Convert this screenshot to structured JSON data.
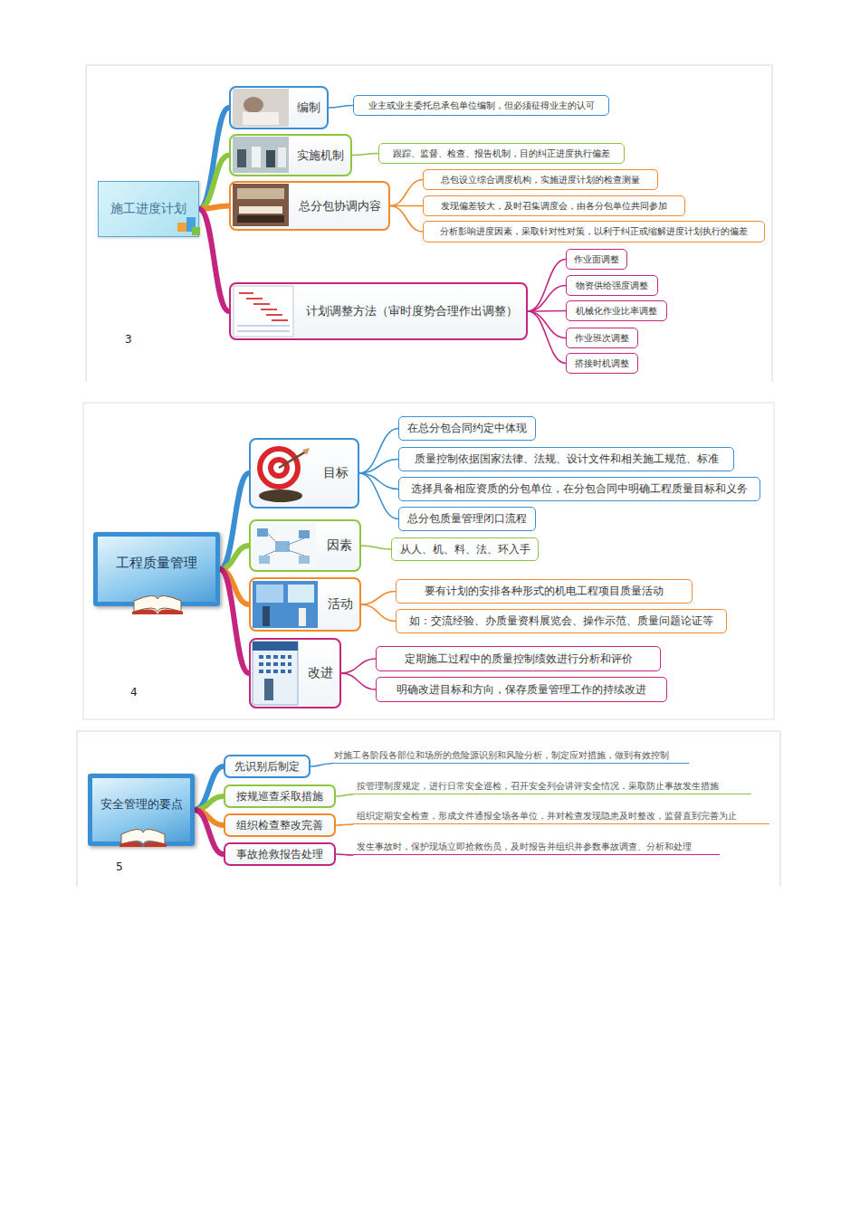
{
  "diagram": {
    "nodes": [
      {
        "text": [
          "施工进度计划"
        ]
      },
      {
        "text": [
          "编制"
        ]
      },
      {
        "text": [
          "业主或业主委托总承包单位编制，但必须征得业主的认可"
        ]
      },
      {
        "text": [
          "实施机制"
        ]
      },
      {
        "text": [
          "跟踪、监督、检查、报告机制，目的纠正进度执行偏差"
        ]
      },
      {
        "text": [
          "总分包协调内容"
        ]
      },
      {
        "text": [
          "总包设立综合调度机构，实施进度计划的检查测量"
        ]
      },
      {
        "text": [
          "发现偏差较大，及时召集调度会，由各分包单位共同参加"
        ]
      },
      {
        "text": [
          "分析影响进度因素，采取针对性对策，以利于纠正或缩解进度计划执行的偏差"
        ]
      },
      {
        "text": [
          "计划调整方法（审时度势合理作出调整）"
        ]
      },
      {
        "text": [
          "作业面调整"
        ]
      },
      {
        "text": [
          "物资供给强度调整"
        ]
      },
      {
        "text": [
          "机械化作业比率调整"
        ]
      },
      {
        "text": [
          "作业班次调整"
        ]
      },
      {
        "text": [
          "搭接时机调整"
        ]
      },
      {
        "text": [
          "工程质量管理"
        ]
      },
      {
        "text": [
          "目标"
        ]
      },
      {
        "text": [
          "在总分包合同约定中体现"
        ]
      },
      {
        "text": [
          "质量控制依据国家法律、法规、设计文件和相关施工规范、标准"
        ]
      },
      {
        "text": [
          "选择具备相应资质的分包单位，在分包合同中明确工程质量目标和义务"
        ]
      },
      {
        "text": [
          "总分包质量管理闭口流程"
        ]
      },
      {
        "text": [
          "因素"
        ]
      },
      {
        "text": [
          "从人、机、料、法、环入手"
        ]
      },
      {
        "text": [
          "活动"
        ]
      },
      {
        "text": [
          "要有计划的安排各种形式的机电工程项目质量活动"
        ]
      },
      {
        "text": [
          "如：交流经验、办质量资料展览会、操作示范、质量问题论证等"
        ]
      },
      {
        "text": [
          "改进"
        ]
      },
      {
        "text": [
          "定期施工过程中的质量控制绩效进行分析和评价"
        ]
      },
      {
        "text": [
          "明确改进目标和方向，保存质量管理工作的持续改进"
        ]
      },
      {
        "text": [
          "安全管理的要点"
        ]
      },
      {
        "text": [
          "先识别后制定"
        ]
      },
      {
        "text": [
          "对施工各阶段各部位和场所的危险源识别和风险分析，制定应对措施，做到有效控制"
        ]
      },
      {
        "text": [
          "按规巡查采取措施"
        ]
      },
      {
        "text": [
          "按管理制度规定，进行日常安全巡检，召开安全列会讲评安全情况，采取防止事故发生措施"
        ]
      },
      {
        "text": [
          "组织检查整改完善"
        ]
      },
      {
        "text": [
          "组织定期安全检查，形成文件通报全场各单位，并对检查发现隐患及时整改，监督直到完善为止"
        ]
      },
      {
        "text": [
          "事故抢救报告处理"
        ]
      },
      {
        "text": [
          "发生事故时，保护现场立即抢救伤员，及时报告并组织并参数事故调查、分析和处理"
        ]
      }
    ],
    "edges": [
      {
        "from": 0,
        "to": 1,
        "arrow": "none"
      },
      {
        "from": 1,
        "to": 2,
        "arrow": "none"
      },
      {
        "from": 0,
        "to": 3,
        "arrow": "none"
      },
      {
        "from": 3,
        "to": 4,
        "arrow": "none"
      },
      {
        "from": 0,
        "to": 5,
        "arrow": "none"
      },
      {
        "from": 5,
        "to": 6,
        "arrow": "none"
      },
      {
        "from": 5,
        "to": 7,
        "arrow": "none"
      },
      {
        "from": 5,
        "to": 8,
        "arrow": "none"
      },
      {
        "from": 0,
        "to": 9,
        "arrow": "none"
      },
      {
        "from": 9,
        "to": 10,
        "arrow": "none"
      },
      {
        "from": 9,
        "to": 11,
        "arrow": "none"
      },
      {
        "from": 9,
        "to": 12,
        "arrow": "none"
      },
      {
        "from": 9,
        "to": 13,
        "arrow": "none"
      },
      {
        "from": 9,
        "to": 14,
        "arrow": "none"
      },
      {
        "from": 15,
        "to": 16,
        "arrow": "none"
      },
      {
        "from": 16,
        "to": 17,
        "arrow": "none"
      },
      {
        "from": 16,
        "to": 18,
        "arrow": "none"
      },
      {
        "from": 16,
        "to": 19,
        "arrow": "none"
      },
      {
        "from": 16,
        "to": 20,
        "arrow": "none"
      },
      {
        "from": 15,
        "to": 21,
        "arrow": "none"
      },
      {
        "from": 21,
        "to": 22,
        "arrow": "none"
      },
      {
        "from": 15,
        "to": 23,
        "arrow": "none"
      },
      {
        "from": 23,
        "to": 24,
        "arrow": "none"
      },
      {
        "from": 23,
        "to": 25,
        "arrow": "none"
      },
      {
        "from": 15,
        "to": 26,
        "arrow": "none"
      },
      {
        "from": 26,
        "to": 27,
        "arrow": "none"
      },
      {
        "from": 26,
        "to": 28,
        "arrow": "none"
      },
      {
        "from": 29,
        "to": 30,
        "arrow": "none"
      },
      {
        "from": 30,
        "to": 31,
        "arrow": "none"
      },
      {
        "from": 29,
        "to": 32,
        "arrow": "none"
      },
      {
        "from": 32,
        "to": 33,
        "arrow": "none"
      },
      {
        "from": 29,
        "to": 34,
        "arrow": "none"
      },
      {
        "from": 34,
        "to": 35,
        "arrow": "none"
      },
      {
        "from": 29,
        "to": 36,
        "arrow": "none"
      },
      {
        "from": 36,
        "to": 37,
        "arrow": "none"
      }
    ],
    "labels": [
      "3",
      "4",
      "5"
    ]
  }
}
